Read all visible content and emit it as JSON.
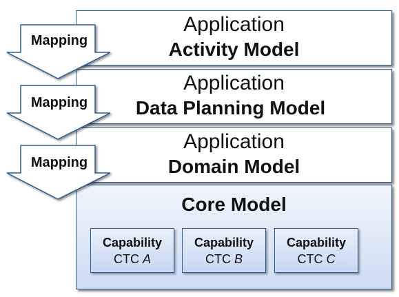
{
  "layers": [
    {
      "line1": "Application",
      "line2": "Activity Model"
    },
    {
      "line1": "Application",
      "line2": "Data Planning Model"
    },
    {
      "line1": "Application",
      "line2": "Domain Model"
    }
  ],
  "core": {
    "title": "Core Model",
    "capabilities": [
      {
        "label": "Capability",
        "ctc": "CTC",
        "letter": "A"
      },
      {
        "label": "Capability",
        "ctc": "CTC",
        "letter": "B"
      },
      {
        "label": "Capability",
        "ctc": "CTC",
        "letter": "C"
      }
    ]
  },
  "arrows": [
    {
      "label": "Mapping"
    },
    {
      "label": "Mapping"
    },
    {
      "label": "Mapping"
    }
  ],
  "colors": {
    "border": "#2f5d8e",
    "core_fill_top": "#f1f5fb",
    "core_fill_bottom": "#ccdcf4"
  }
}
